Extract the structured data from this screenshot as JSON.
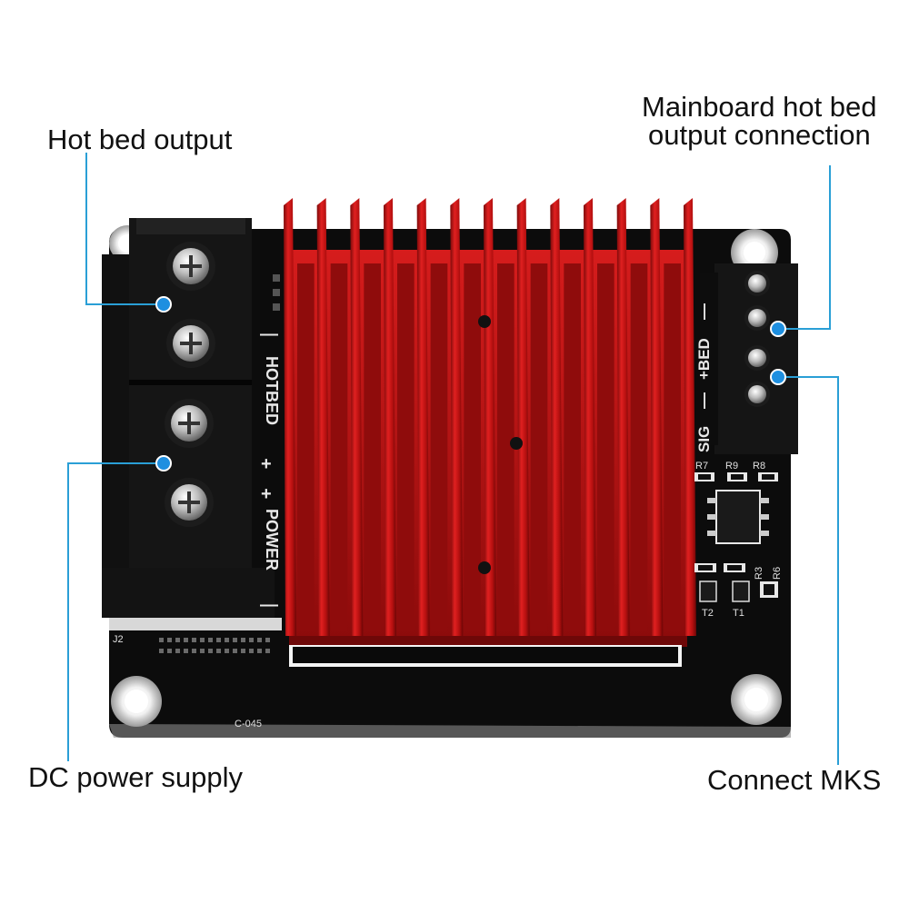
{
  "callouts": {
    "hot_bed_output": "Hot bed output",
    "mainboard_line1": "Mainboard hot bed",
    "mainboard_line2": "output connection",
    "dc_power_supply": "DC power supply",
    "connect_mks": "Connect MKS"
  },
  "board": {
    "left_silkscreen": {
      "hotbed": "HOTBED",
      "power": "POWER"
    },
    "right_silkscreen": {
      "sig": "SIG",
      "bed": "+BED"
    },
    "component_labels": [
      "R7",
      "R9",
      "R8",
      "R3",
      "R6",
      "T2",
      "T1"
    ],
    "connector_label": "J2",
    "board_code": "C-045"
  },
  "colors": {
    "pcb": "#0c0c0c",
    "heatsink": "#c81414",
    "leader_line": "#2a9fd6",
    "marker_dot": "#1e8fe0",
    "terminal_block": "#151515"
  }
}
